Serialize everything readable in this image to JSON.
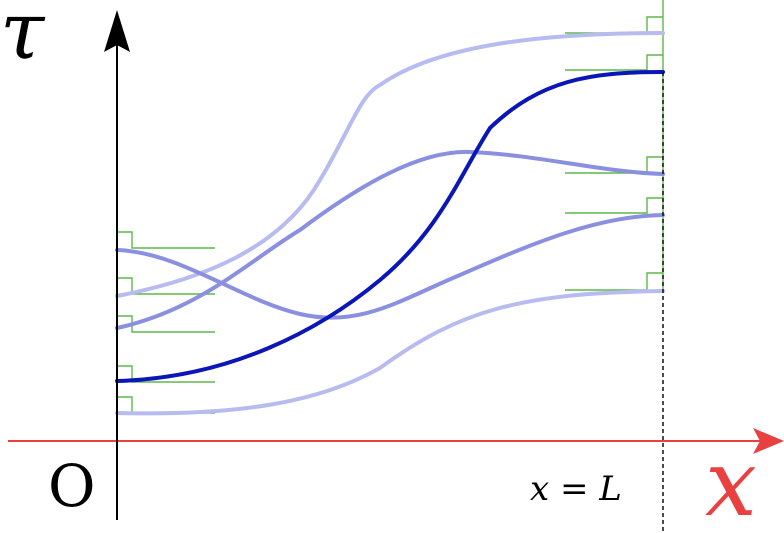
{
  "labels": {
    "tau": "τ",
    "origin": "O",
    "x_axis": "x",
    "boundary": "x = L"
  },
  "colors": {
    "x_axis": "#e8413f",
    "tau_axis": "#000000",
    "boundary_line": "#000000",
    "green_grid": "#5cb84a",
    "curve_strong": "#0a16b8",
    "curve_medium": "#8a8fe0",
    "curve_light": "#b7bbef"
  },
  "curves": [
    {
      "name": "curve-strong",
      "shade": "strong"
    },
    {
      "name": "curve-medium-1",
      "shade": "medium"
    },
    {
      "name": "curve-medium-2",
      "shade": "medium"
    },
    {
      "name": "curve-light-top",
      "shade": "light"
    },
    {
      "name": "curve-light-bottom",
      "shade": "light"
    }
  ]
}
